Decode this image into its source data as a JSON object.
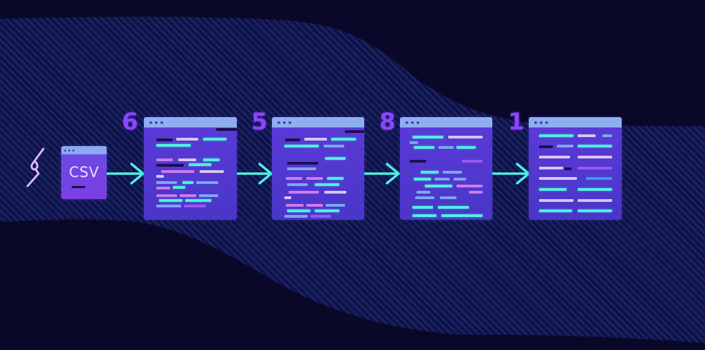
{
  "diagram": {
    "type": "pipeline",
    "source": {
      "label": "CSV",
      "icon": "csv-file-icon"
    },
    "spark_icon": "lightning-icon",
    "stages": [
      {
        "number": "6",
        "icon": "window-icon"
      },
      {
        "number": "5",
        "icon": "window-icon"
      },
      {
        "number": "8",
        "icon": "window-icon"
      },
      {
        "number": "1",
        "icon": "window-icon"
      }
    ],
    "connector_icon": "arrow-right-icon"
  },
  "colors": {
    "background": "#0a0829",
    "stripe_band": "#0f1446",
    "stripe_line": "#1a2468",
    "window_body": "#5b3ad8",
    "window_titlebar": "#8eaef0",
    "step_number": "#8b45ff",
    "arrow": "#4ff0e0",
    "spark": "#d9b8ff",
    "csv_text": "#eadcff"
  }
}
